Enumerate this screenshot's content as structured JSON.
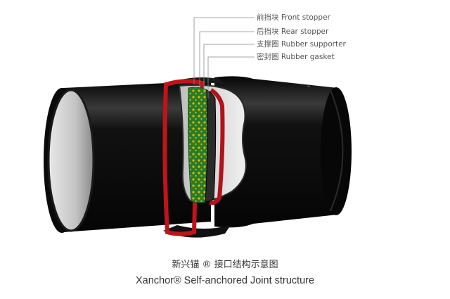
{
  "callouts": [
    {
      "id": "front-stopper",
      "text": "前挡块 Front stopper"
    },
    {
      "id": "rear-stopper",
      "text": "后挡块 Rear stopper"
    },
    {
      "id": "rubber-supporter",
      "text": "支撑圈 Rubber supporter"
    },
    {
      "id": "rubber-gasket",
      "text": "密封圈 Rubber gasket"
    }
  ],
  "caption": {
    "zh": "新兴锚 ® 接口结构示意图",
    "en": "Xanchor® Self-anchored Joint structure"
  },
  "colors": {
    "pipe_body": "#0d0d0d",
    "pipe_highlight": "#3a3a3a",
    "pipe_bore": "#c9c9c9",
    "stopper_red": "#c0141a",
    "supporter_green": "#3a8a2a",
    "supporter_yellow": "#d6b615",
    "leader_line": "#8a8a8a"
  }
}
